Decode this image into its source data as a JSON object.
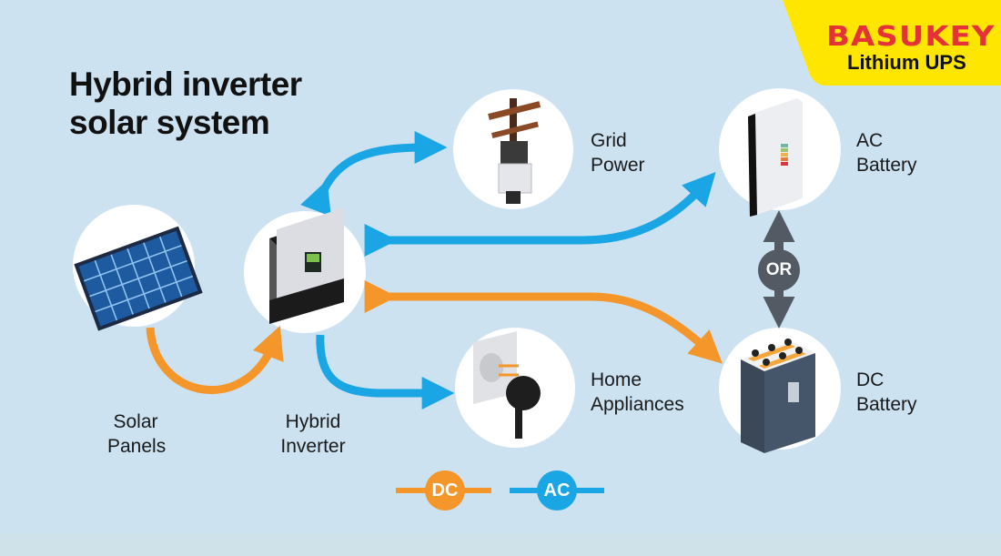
{
  "title": {
    "line1": "Hybrid inverter",
    "line2": "solar system"
  },
  "brand": {
    "name": "BASUKEY",
    "subtitle": "Lithium UPS",
    "bg_color": "#ffe600",
    "name_color": "#e53238"
  },
  "nodes": {
    "solar_panels": {
      "line1": "Solar",
      "line2": "Panels",
      "icon": "solar-panel-icon"
    },
    "hybrid_inverter": {
      "line1": "Hybrid",
      "line2": "Inverter",
      "icon": "inverter-icon"
    },
    "grid_power": {
      "line1": "Grid",
      "line2": "Power",
      "icon": "utility-pole-icon"
    },
    "home_appliances": {
      "line1": "Home",
      "line2": "Appliances",
      "icon": "plug-socket-icon"
    },
    "ac_battery": {
      "line1": "AC",
      "line2": "Battery",
      "icon": "wall-battery-icon"
    },
    "dc_battery": {
      "line1": "DC",
      "line2": "Battery",
      "icon": "lead-acid-battery-icon"
    }
  },
  "or_badge": "OR",
  "legend": {
    "dc": {
      "label": "DC",
      "color": "#f4962a"
    },
    "ac": {
      "label": "AC",
      "color": "#1aa6e4"
    }
  },
  "flows": [
    {
      "from": "Solar Panels",
      "to": "Hybrid Inverter",
      "type": "DC"
    },
    {
      "from": "Hybrid Inverter",
      "to": "Grid Power",
      "type": "AC",
      "bidirectional": true
    },
    {
      "from": "Hybrid Inverter",
      "to": "AC Battery",
      "type": "AC",
      "bidirectional": true
    },
    {
      "from": "Hybrid Inverter",
      "to": "DC Battery",
      "type": "DC",
      "bidirectional": true
    },
    {
      "from": "Hybrid Inverter",
      "to": "Home Appliances",
      "type": "AC"
    }
  ]
}
